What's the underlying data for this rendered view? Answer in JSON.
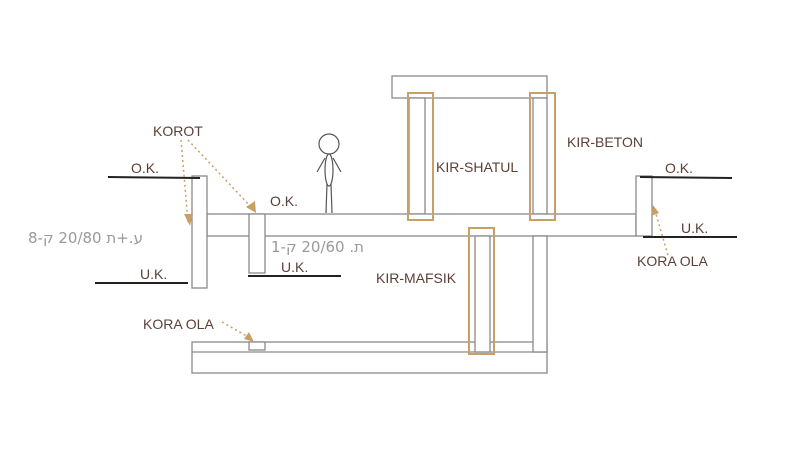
{
  "labels": {
    "korot": "KOROT",
    "ok_left": "O.K.",
    "uk_left": "U.K.",
    "ok_mid": "O.K.",
    "uk_mid": "U.K.",
    "ok_right": "O.K.",
    "uk_right": "U.K.",
    "kir_shatul": "KIR-SHATUL",
    "kir_beton": "KIR-BETON",
    "kir_mafsik": "KIR-MAFSIK",
    "kora_ola_right": "KORA OLA",
    "kora_ola_left": "KORA OLA",
    "beam_left": "ע.+ת 20/80   ק-8",
    "beam_mid": "ת. 20/60  ק-1"
  },
  "colors": {
    "accent": "#c9a063",
    "label": "#5a4038"
  }
}
